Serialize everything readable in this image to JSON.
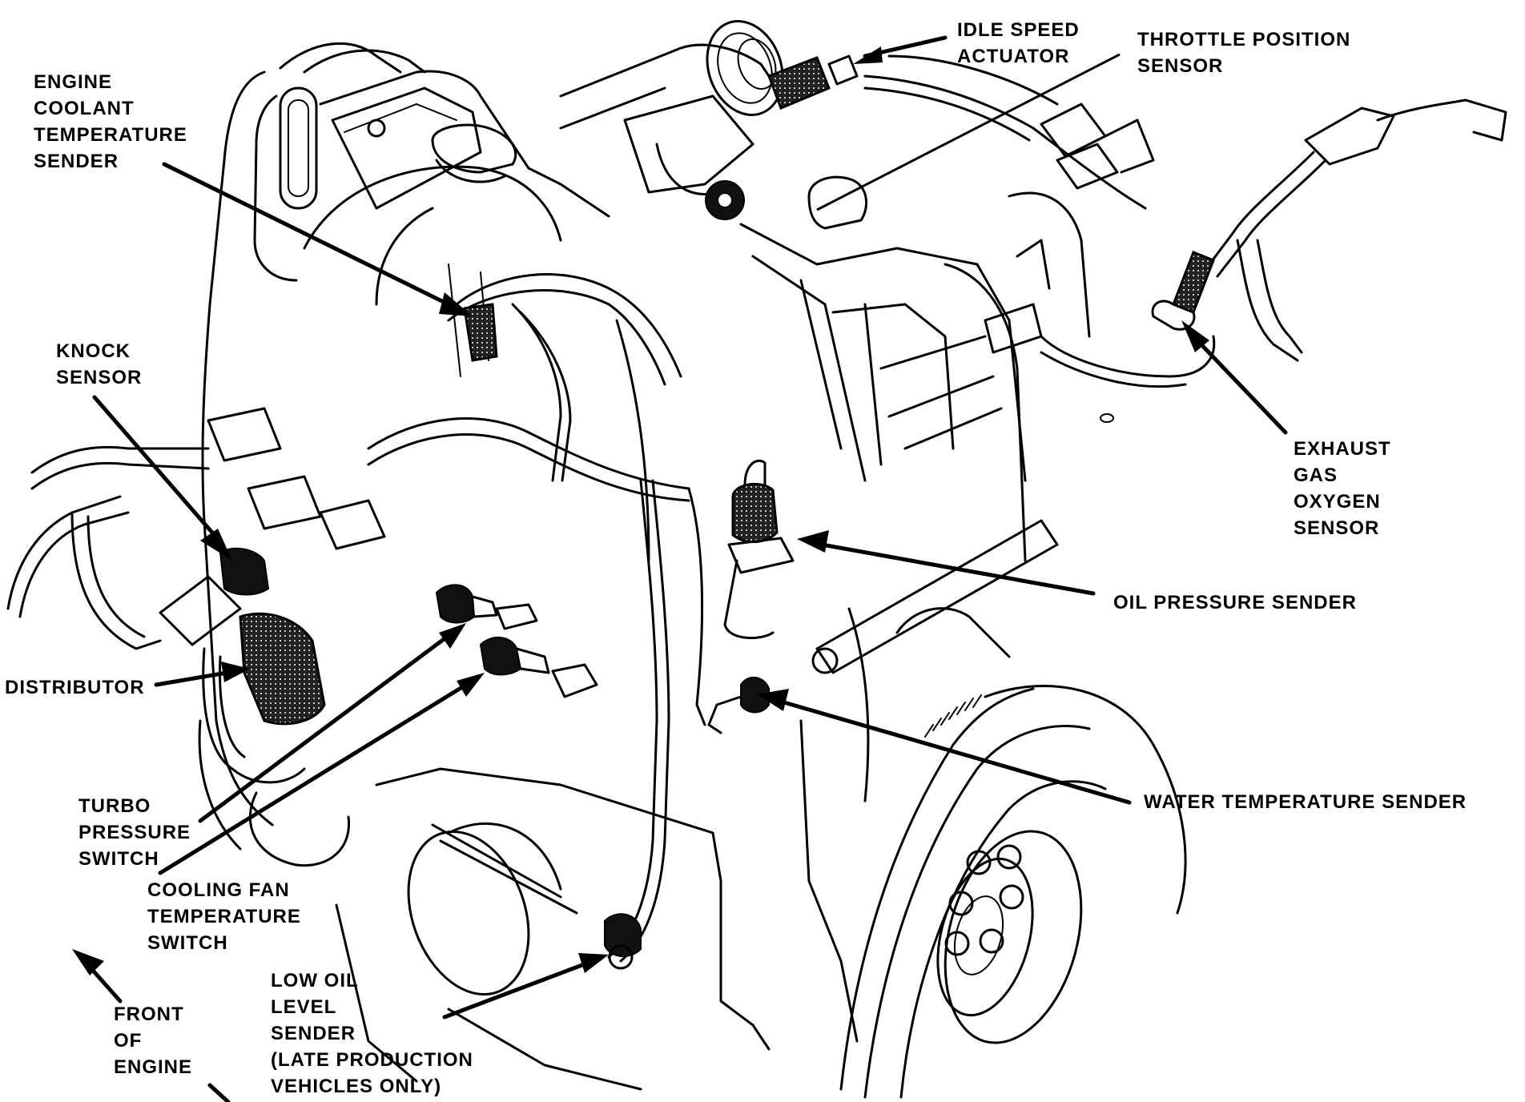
{
  "diagram": {
    "subject": "Engine sensor and sender locations",
    "background_color": "#ffffff",
    "ink_color": "#000000",
    "callouts": [
      {
        "id": "engine-coolant-temperature-sender",
        "lines": [
          "ENGINE",
          "COOLANT",
          "TEMPERATURE",
          "SENDER"
        ]
      },
      {
        "id": "idle-speed-actuator",
        "lines": [
          "IDLE SPEED",
          "ACTUATOR"
        ]
      },
      {
        "id": "throttle-position-sensor",
        "lines": [
          "THROTTLE POSITION",
          "SENSOR"
        ]
      },
      {
        "id": "knock-sensor",
        "lines": [
          "KNOCK",
          "SENSOR"
        ]
      },
      {
        "id": "exhaust-gas-oxygen-sensor",
        "lines": [
          "EXHAUST",
          "GAS",
          "OXYGEN",
          "SENSOR"
        ]
      },
      {
        "id": "oil-pressure-sender",
        "lines": [
          "OIL PRESSURE SENDER"
        ]
      },
      {
        "id": "distributor",
        "lines": [
          "DISTRIBUTOR"
        ]
      },
      {
        "id": "water-temperature-sender",
        "lines": [
          "WATER TEMPERATURE SENDER"
        ]
      },
      {
        "id": "turbo-pressure-switch",
        "lines": [
          "TURBO",
          "PRESSURE",
          "SWITCH"
        ]
      },
      {
        "id": "cooling-fan-temperature-switch",
        "lines": [
          "COOLING FAN",
          "TEMPERATURE",
          "SWITCH"
        ]
      },
      {
        "id": "low-oil-level-sender",
        "lines": [
          "LOW OIL",
          "LEVEL",
          "SENDER",
          "(LATE PRODUCTION",
          "VEHICLES ONLY)"
        ]
      },
      {
        "id": "front-of-engine",
        "lines": [
          "FRONT",
          "OF",
          "ENGINE"
        ]
      }
    ]
  }
}
